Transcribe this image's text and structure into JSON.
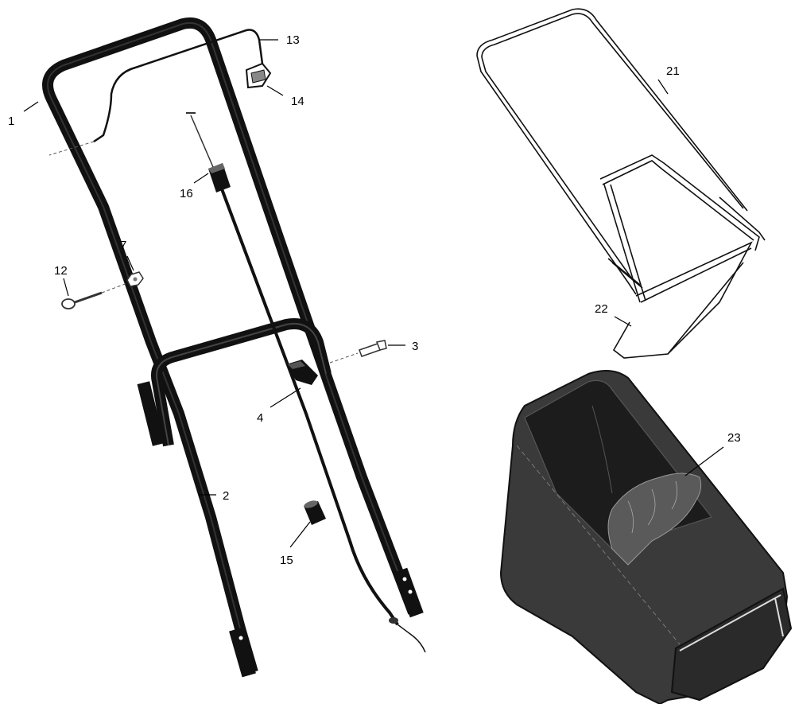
{
  "callouts": {
    "c1": "1",
    "c2": "2",
    "c3": "3",
    "c4": "4",
    "c7": "7",
    "c12": "12",
    "c13": "13",
    "c14": "14",
    "c15": "15",
    "c16": "16",
    "c21": "21",
    "c22": "22",
    "c23": "23"
  },
  "colors": {
    "ink": "#000000",
    "bag_fabric": "#3a3a3a",
    "bag_inner": "#1c1c1c",
    "grass": "#5a5a5a",
    "handle": "#111111"
  }
}
